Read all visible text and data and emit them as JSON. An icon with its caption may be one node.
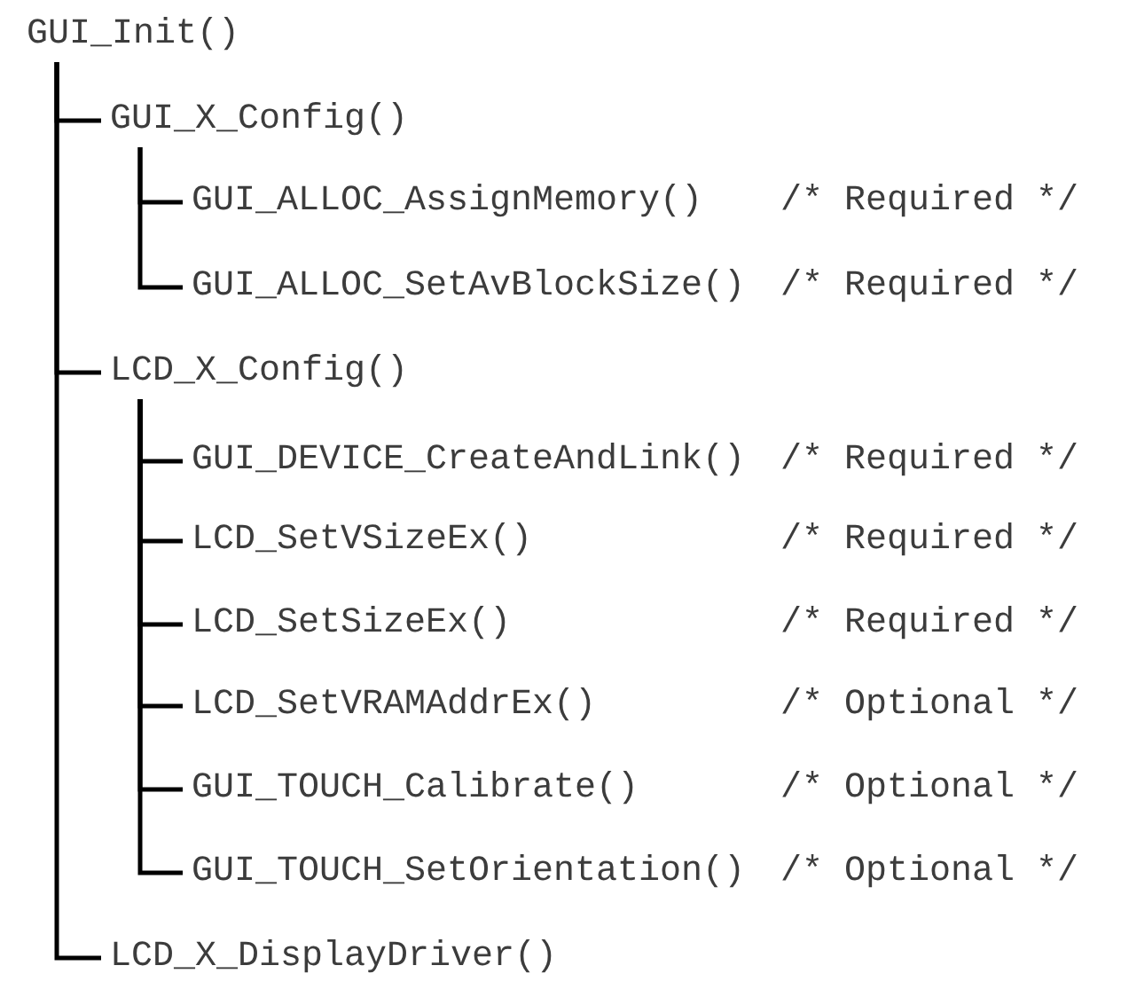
{
  "diagram": {
    "nodes": [
      {
        "text": [
          "GUI_Init()"
        ]
      },
      {
        "text": [
          "GUI_X_Config()"
        ]
      },
      {
        "text": [
          "GUI_ALLOC_AssignMemory()"
        ]
      },
      {
        "text": [
          "GUI_ALLOC_SetAvBlockSize()"
        ]
      },
      {
        "text": [
          "LCD_X_Config()"
        ]
      },
      {
        "text": [
          "GUI_DEVICE_CreateAndLink()"
        ]
      },
      {
        "text": [
          "LCD_SetVSizeEx()"
        ]
      },
      {
        "text": [
          "LCD_SetSizeEx()"
        ]
      },
      {
        "text": [
          "LCD_SetVRAMAddrEx()"
        ]
      },
      {
        "text": [
          "GUI_TOUCH_Calibrate()"
        ]
      },
      {
        "text": [
          "GUI_TOUCH_SetOrientation()"
        ]
      },
      {
        "text": [
          "LCD_X_DisplayDriver()"
        ]
      }
    ],
    "edges": [
      {
        "from": 0,
        "to": 1,
        "arrow": "none"
      },
      {
        "from": 1,
        "to": 2,
        "arrow": "none"
      },
      {
        "from": 1,
        "to": 3,
        "arrow": "none"
      },
      {
        "from": 0,
        "to": 4,
        "arrow": "none"
      },
      {
        "from": 4,
        "to": 5,
        "arrow": "none"
      },
      {
        "from": 4,
        "to": 6,
        "arrow": "none"
      },
      {
        "from": 4,
        "to": 7,
        "arrow": "none"
      },
      {
        "from": 4,
        "to": 8,
        "arrow": "none"
      },
      {
        "from": 4,
        "to": 9,
        "arrow": "none"
      },
      {
        "from": 4,
        "to": 10,
        "arrow": "none"
      },
      {
        "from": 0,
        "to": 11,
        "arrow": "none"
      }
    ],
    "labels": [
      "/* Required */",
      "/* Required */",
      "/* Required */",
      "/* Required */",
      "/* Required */",
      "/* Optional */",
      "/* Optional */",
      "/* Optional */"
    ]
  }
}
